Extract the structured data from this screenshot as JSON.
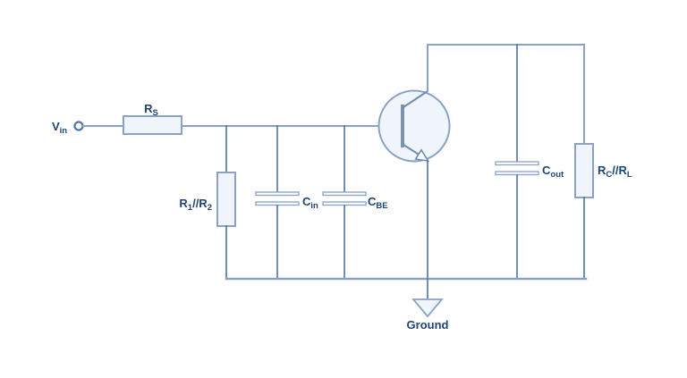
{
  "colors": {
    "wire": "#8AA2C6",
    "branch": "#4E719F",
    "inner": "#6E8CB5",
    "basebar": "#7E91AD",
    "terminal": "#4E79AD",
    "compfill": "#F0F5FB",
    "text": "#1F4476"
  },
  "labels": {
    "vin": {
      "main": "V",
      "sub": "in"
    },
    "rs": {
      "main": "R",
      "sub": "S"
    },
    "r1r2": {
      "p1": "R",
      "s1": "1",
      "p2": "//R",
      "s2": "2"
    },
    "cin": {
      "main": "C",
      "sub": "in"
    },
    "cbe": {
      "main": "C",
      "sub": "BE"
    },
    "cout": {
      "main": "C",
      "sub": "out"
    },
    "rcrl": {
      "p1": "R",
      "s1": "C",
      "p2": "//R",
      "s2": "L"
    },
    "ground": "Ground"
  },
  "components": {
    "source": "Vin input terminal",
    "series_resistor": "Rs",
    "bias_resistor": "R1 parallel R2",
    "input_capacitor": "Cin",
    "base_emitter_capacitor": "CBE",
    "transistor": "NPN BJT",
    "output_capacitor": "Cout",
    "load_resistor": "RC parallel RL",
    "reference": "Ground"
  }
}
